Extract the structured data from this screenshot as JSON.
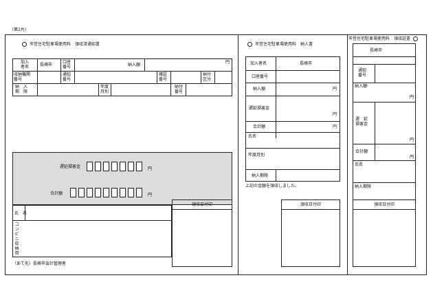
{
  "page_label": "（第2片）",
  "notice": {
    "title": "市営住宅駐車場使用料　領収済通知書",
    "subscriber_name_label": "加入\n者名",
    "subscriber_name_value": "長崎市",
    "account_no_label": "口座\n番号",
    "payment_amount_label": "納入額",
    "yen": "円",
    "collecting_institution_label": "収納機関\n番号",
    "notice_no_label": "通知\n番号",
    "confirm_no_label": "確認\n番号",
    "pay_category_label": "納付\n区分",
    "due_date_label": "納　入\n期　限",
    "fiscal_month_label": "年度\n月別",
    "pay_no_label": "納付\n番号",
    "late_fee_label": "遅延損害金",
    "total_label": "合計額",
    "name_label": "氏　名",
    "convenience_label": "コンビニ収納用",
    "stamp_label": "領収日付印",
    "addressee": "（あて先）長崎市会計管理者"
  },
  "payment_slip": {
    "title": "市営住宅駐車場使用料　納入書",
    "subscriber_name_label": "加入者名",
    "subscriber_name_value": "長崎市",
    "account_no_label": "口座番号",
    "payment_amount_label": "納入額",
    "yen": "円",
    "late_fee_label": "遅延損害金",
    "total_label": "合計額",
    "name_label": "氏名",
    "fiscal_month_label": "年度月別",
    "due_date_label": "納入期限",
    "receipt_note": "上記の金額を領収しました。",
    "stamp_label": "領収日付印"
  },
  "receipt": {
    "title": "市営住宅駐車場使用料　領収証書",
    "city": "長崎市",
    "notice_no_label": "通知\n番号",
    "payment_amount_label": "納入額",
    "yen": "円",
    "late_fee_label": "遅　延\n損害金",
    "total_label": "合計額",
    "name_label": "氏名",
    "due_date_label": "納入期限",
    "stamp_label": "領収日付印"
  }
}
